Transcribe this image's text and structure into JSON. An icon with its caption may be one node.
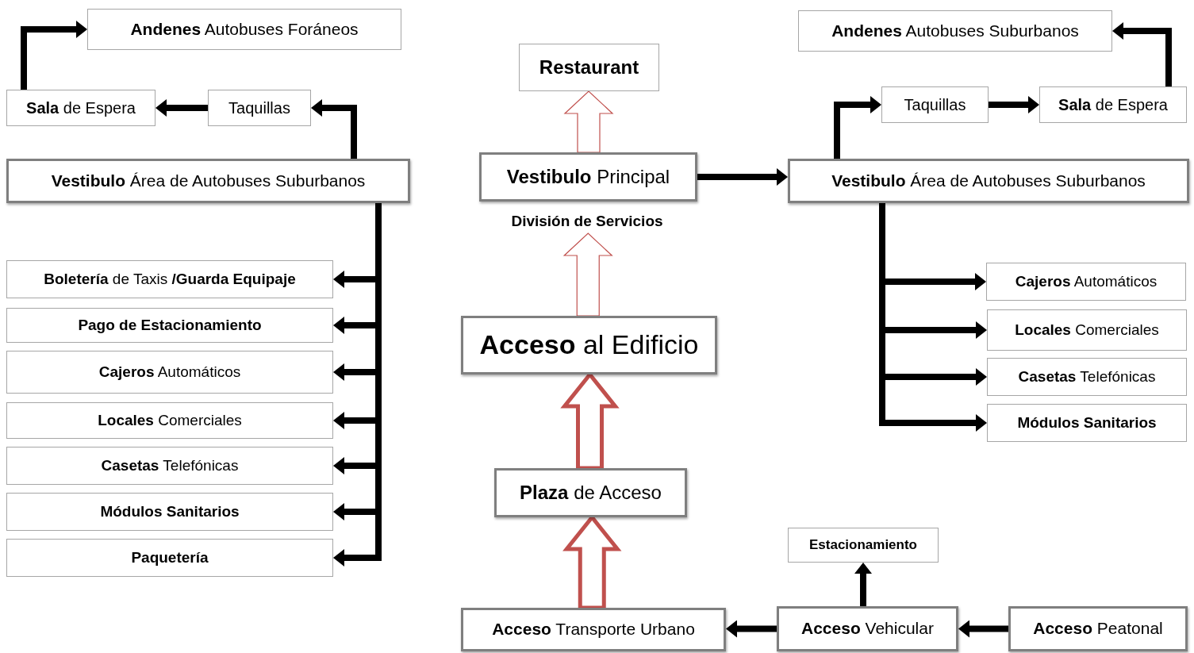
{
  "diagram": {
    "nodes": [
      {
        "text": [
          "**Andenes** Autobuses Foráneos"
        ]
      },
      {
        "text": [
          "**Sala** de Espera"
        ]
      },
      {
        "text": [
          "Taquillas"
        ]
      },
      {
        "text": [
          "**Vestibulo** Área de Autobuses Suburbanos"
        ]
      },
      {
        "text": [
          "Restaurant"
        ]
      },
      {
        "text": [
          "**Vestibulo** Principal"
        ]
      },
      {
        "text": [
          "División de Servicios"
        ]
      },
      {
        "text": [
          "**Andenes** Autobuses Suburbanos"
        ]
      },
      {
        "text": [
          "Taquillas"
        ]
      },
      {
        "text": [
          "**Sala** de Espera"
        ]
      },
      {
        "text": [
          "**Vestibulo** Área de Autobuses Suburbanos"
        ]
      },
      {
        "text": [
          "**Boletería** de Taxis **/Guarda Equipaje**"
        ]
      },
      {
        "text": [
          "Pago de Estacionamiento"
        ]
      },
      {
        "text": [
          "**Cajeros** Automáticos"
        ]
      },
      {
        "text": [
          "**Locales** Comerciales"
        ]
      },
      {
        "text": [
          "**Casetas** Telefónicas"
        ]
      },
      {
        "text": [
          "Módulos Sanitarios"
        ]
      },
      {
        "text": [
          "Paquetería"
        ]
      },
      {
        "text": [
          "**Acceso** al Edificio"
        ]
      },
      {
        "text": [
          "**Cajeros** Automáticos"
        ]
      },
      {
        "text": [
          "**Locales** Comerciales"
        ]
      },
      {
        "text": [
          "**Casetas** Telefónicas"
        ]
      },
      {
        "text": [
          "Módulos Sanitarios"
        ]
      },
      {
        "text": [
          "**Plaza** de Acceso"
        ]
      },
      {
        "text": [
          "Estacionamiento"
        ]
      },
      {
        "text": [
          "**Acceso** Transporte Urbano"
        ]
      },
      {
        "text": [
          "**Acceso** Vehicular"
        ]
      },
      {
        "text": [
          "**Acceso** Peatonal"
        ]
      }
    ],
    "edges": [
      {
        "from": 25,
        "to": 23,
        "arrow": "to",
        "style": "thick",
        "color": "#c0504d"
      },
      {
        "from": 23,
        "to": 18,
        "arrow": "to",
        "style": "thick",
        "color": "#c0504d"
      },
      {
        "from": 18,
        "to": 6,
        "arrow": "to",
        "color": "#c0504d"
      },
      {
        "from": 5,
        "to": 4,
        "arrow": "to",
        "color": "#c0504d"
      },
      {
        "from": 5,
        "to": 10,
        "arrow": "to"
      },
      {
        "from": 3,
        "to": 2,
        "arrow": "to"
      },
      {
        "from": 2,
        "to": 1,
        "arrow": "to"
      },
      {
        "from": 1,
        "to": 0,
        "arrow": "to"
      },
      {
        "from": 3,
        "to": 11,
        "arrow": "to"
      },
      {
        "from": 3,
        "to": 12,
        "arrow": "to"
      },
      {
        "from": 3,
        "to": 13,
        "arrow": "to"
      },
      {
        "from": 3,
        "to": 14,
        "arrow": "to"
      },
      {
        "from": 3,
        "to": 15,
        "arrow": "to"
      },
      {
        "from": 3,
        "to": 16,
        "arrow": "to"
      },
      {
        "from": 3,
        "to": 17,
        "arrow": "to"
      },
      {
        "from": 10,
        "to": 8,
        "arrow": "to"
      },
      {
        "from": 8,
        "to": 9,
        "arrow": "to"
      },
      {
        "from": 9,
        "to": 7,
        "arrow": "to"
      },
      {
        "from": 10,
        "to": 19,
        "arrow": "to"
      },
      {
        "from": 10,
        "to": 20,
        "arrow": "to"
      },
      {
        "from": 10,
        "to": 21,
        "arrow": "to"
      },
      {
        "from": 10,
        "to": 22,
        "arrow": "to"
      },
      {
        "from": 26,
        "to": 24,
        "arrow": "to"
      },
      {
        "from": 26,
        "to": 25,
        "arrow": "to"
      },
      {
        "from": 27,
        "to": 26,
        "arrow": "to"
      }
    ]
  }
}
